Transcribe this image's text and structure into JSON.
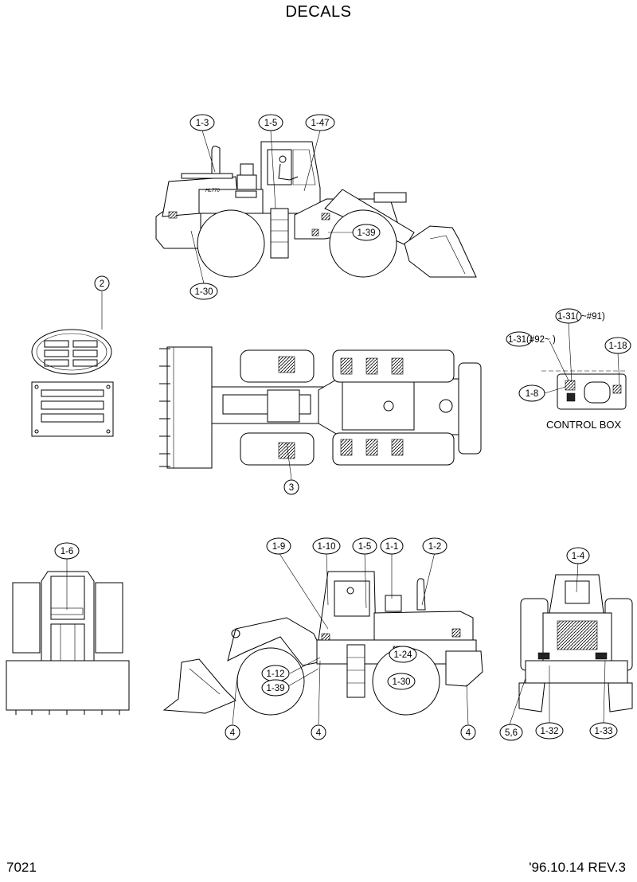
{
  "title": "DECALS",
  "page_number": "7021",
  "revision": "'96.10.14 REV.3",
  "control_box_label": "CONTROL BOX",
  "callouts": {
    "c1_3": "1-3",
    "c1_5a": "1-5",
    "c1_47": "1-47",
    "c1_39a": "1-39",
    "c1_30a": "1-30",
    "c2": "2",
    "c3": "3",
    "c1_31a": "1-31( ~#91)",
    "c1_31b": "1-31(#92~ )",
    "c1_18": "1-18",
    "c1_8": "1-8",
    "c1_6": "1-6",
    "c1_9": "1-9",
    "c1_10": "1-10",
    "c1_5b": "1-5",
    "c1_1": "1-1",
    "c1_2": "1-2",
    "c1_24": "1-24",
    "c1_12": "1-12",
    "c1_39b": "1-39",
    "c1_30b": "1-30",
    "c4a": "4",
    "c4b": "4",
    "c4c": "4",
    "c1_4": "1-4",
    "c5_6": "5,6",
    "c1_32": "1-32",
    "c1_33": "1-33"
  }
}
